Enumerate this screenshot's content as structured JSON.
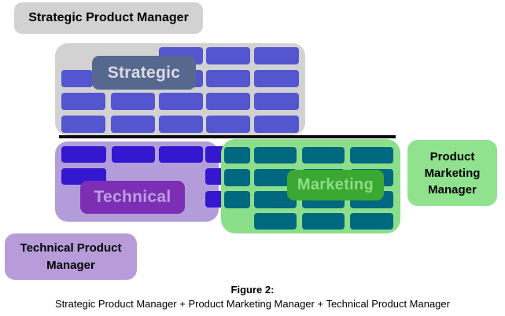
{
  "figure": {
    "title": "Figure 2:",
    "subtitle": "Strategic Product Manager + Product Marketing Manager + Technical Product Manager"
  },
  "regions": {
    "strategic": {
      "label": "Strategic"
    },
    "technical": {
      "label": "Technical"
    },
    "marketing": {
      "label": "Marketing"
    }
  },
  "callouts": {
    "strategic_pm": {
      "lines": [
        "Strategic Product Manager"
      ]
    },
    "technical_pm": {
      "lines": [
        "Technical Product",
        "Manager"
      ]
    },
    "product_marketing": {
      "lines": [
        "Product",
        "Marketing",
        "Manager"
      ]
    }
  },
  "colors": {
    "background": "#ffffff",
    "strategic_area": "#d2d2d2",
    "strategic_tile": "#5456cf",
    "strategic_label_bg": "#57688f",
    "technical_area": "#b29cda",
    "technical_tile": "#3418d0",
    "technical_label_bg": "#7c2fb5",
    "marketing_area": "#8bdf8b",
    "marketing_tile": "#01697f",
    "marketing_label_bg": "#3aa832",
    "divider": "#0a0a0a"
  },
  "tiles": {
    "strategic": [
      [
        202,
        60,
        56,
        22
      ],
      [
        262,
        60,
        56,
        22
      ],
      [
        323,
        60,
        57,
        22
      ],
      [
        78,
        89,
        40,
        22
      ],
      [
        202,
        89,
        56,
        22
      ],
      [
        262,
        89,
        56,
        22
      ],
      [
        323,
        89,
        57,
        22
      ],
      [
        78,
        118,
        56,
        22
      ],
      [
        141,
        118,
        56,
        22
      ],
      [
        202,
        118,
        56,
        22
      ],
      [
        262,
        118,
        56,
        22
      ],
      [
        323,
        118,
        57,
        22
      ],
      [
        78,
        147,
        56,
        22
      ],
      [
        141,
        147,
        56,
        22
      ],
      [
        202,
        147,
        56,
        22
      ],
      [
        262,
        147,
        56,
        22
      ],
      [
        323,
        147,
        57,
        22
      ]
    ],
    "technical": [
      [
        78,
        186,
        57,
        21
      ],
      [
        142,
        186,
        55,
        21
      ],
      [
        202,
        186,
        56,
        21
      ],
      [
        261,
        186,
        30,
        21
      ],
      [
        78,
        214,
        57,
        21
      ],
      [
        261,
        214,
        30,
        21
      ],
      [
        261,
        243,
        30,
        21
      ]
    ],
    "marketing": [
      [
        285,
        187,
        33,
        21
      ],
      [
        323,
        187,
        54,
        21
      ],
      [
        384,
        187,
        54,
        21
      ],
      [
        445,
        187,
        55,
        21
      ],
      [
        285,
        215,
        33,
        22
      ],
      [
        323,
        215,
        54,
        22
      ],
      [
        384,
        215,
        54,
        22
      ],
      [
        445,
        215,
        55,
        22
      ],
      [
        285,
        243,
        33,
        22
      ],
      [
        323,
        243,
        54,
        22
      ],
      [
        384,
        243,
        54,
        22
      ],
      [
        445,
        243,
        55,
        22
      ],
      [
        323,
        271,
        54,
        21
      ],
      [
        384,
        271,
        54,
        21
      ],
      [
        445,
        271,
        55,
        21
      ]
    ]
  }
}
